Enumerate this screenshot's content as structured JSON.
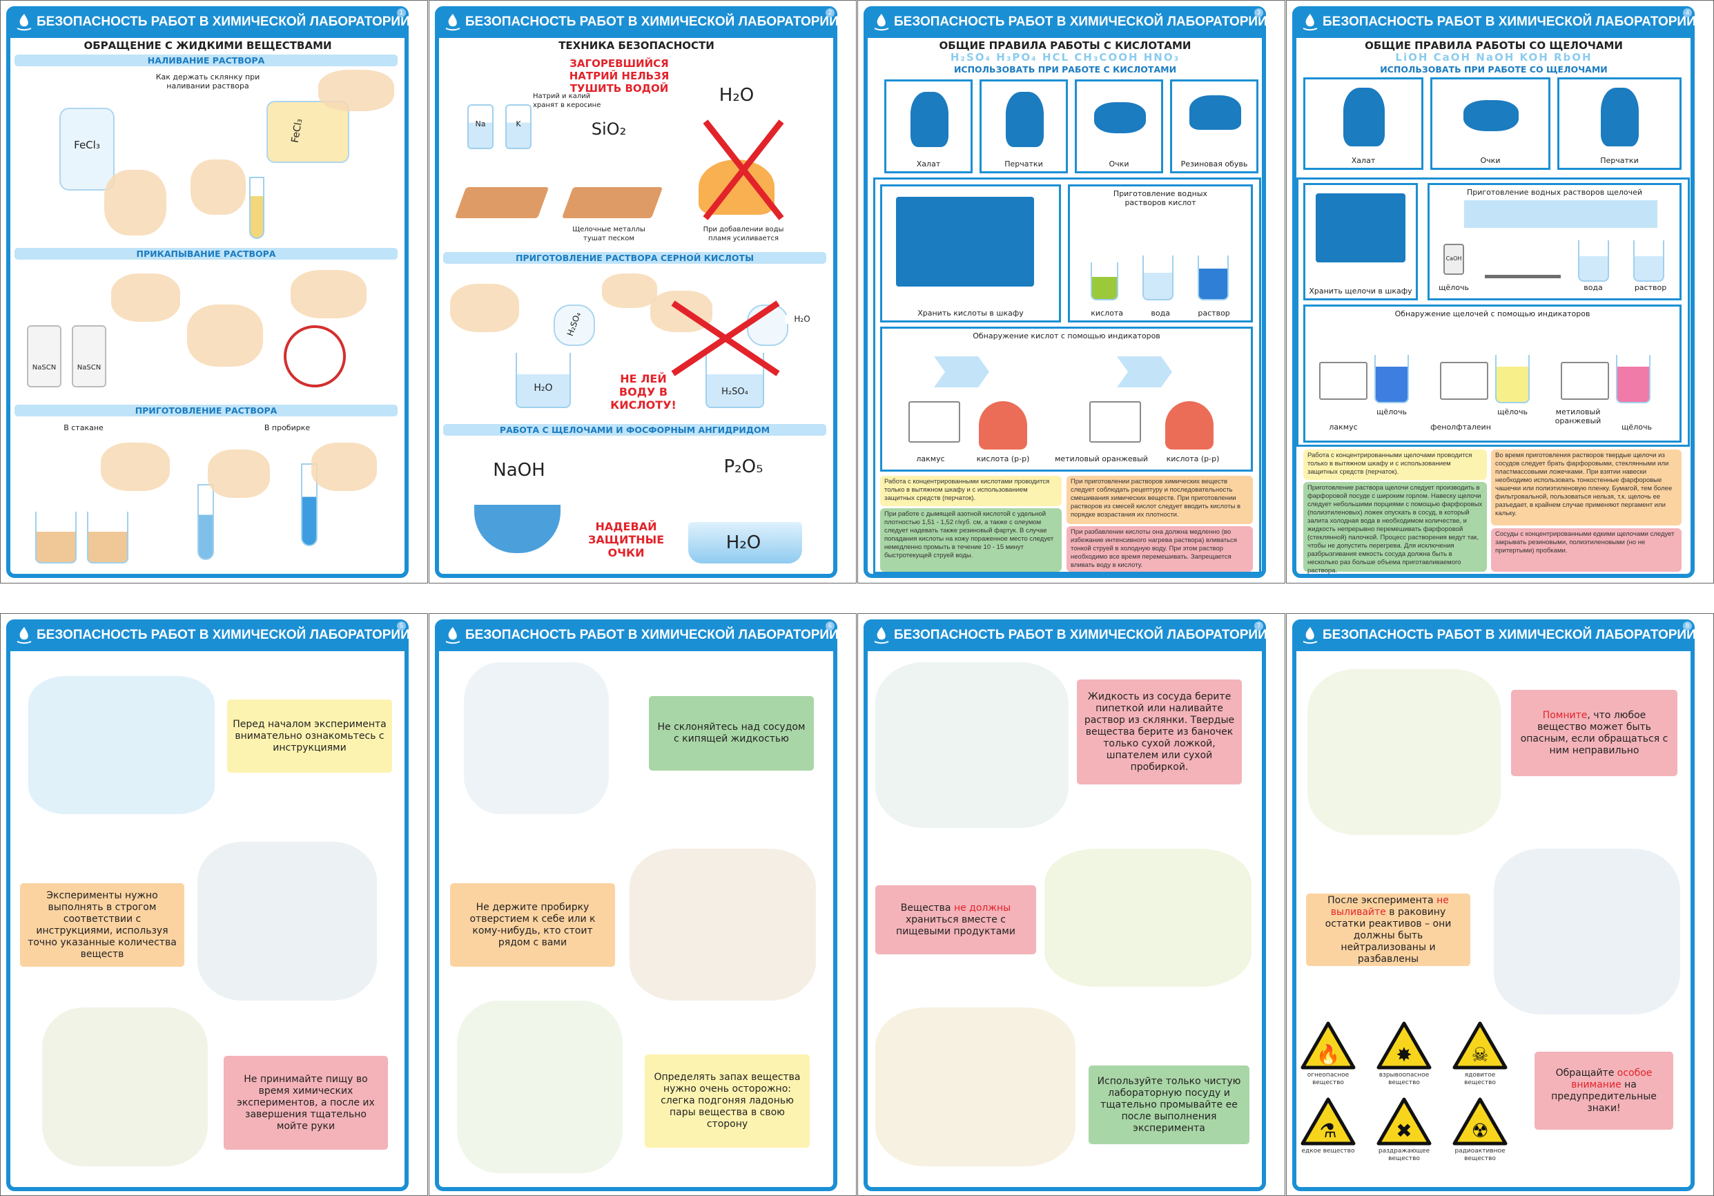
{
  "header_title": "БЕЗОПАСНОСТЬ РАБОТ В ХИМИЧЕСКОЙ ЛАБОРАТОРИИ",
  "colors": {
    "frame": "#1b8fd4",
    "band": "#bfe3f8",
    "warning_red": "#e2232a",
    "yellow": "#fdf3b0",
    "green": "#a9d6a6",
    "orange": "#fbd3a1",
    "pink": "#f3b3b9"
  },
  "posters": [
    {
      "number": "1",
      "subtitle": "ОБРАЩЕНИЕ С ЖИДКИМИ ВЕЩЕСТВАМИ",
      "band1": "НАЛИВАНИЕ РАСТВОРА",
      "hold_caption": "Как держать склянку при наливании раствора",
      "fecl3_a": "FeCl₃",
      "fecl3_b": "FeCl₃",
      "band2": "ПРИКАПЫВАНИЕ РАСТВОРА",
      "nascn_a": "NaSCN",
      "nascn_b": "NaSCN",
      "band3": "ПРИГОТОВЛЕНИЕ РАСТВОРА",
      "in_glass": "В стакане",
      "in_tube": "В пробирке"
    },
    {
      "number": "2",
      "subtitle": "ТЕХНИКА БЕЗОПАСНОСТИ",
      "warning1": "ЗАГОРЕВШИЙСЯ НАТРИЙ НЕЛЬЗЯ ТУШИТЬ ВОДОЙ",
      "kerosene": "Натрий и калий хранят в керосине",
      "na": "Na",
      "k": "K",
      "sio2": "SiO₂",
      "h2o_top": "H₂O",
      "sand": "Щелочные металлы тушат песком",
      "water_flame": "При добавлении воды пламя усиливается",
      "band1": "ПРИГОТОВЛЕНИЕ РАСТВОРА СЕРНОЙ КИСЛОТЫ",
      "h2so4_a": "H₂SO₄",
      "h2o_a": "H₂O",
      "h2o_b": "H₂O",
      "h2so4_b": "H₂SO₄",
      "warning2": "НЕ ЛЕЙ ВОДУ В КИСЛОТУ!",
      "band2": "РАБОТА С ЩЕЛОЧАМИ И ФОСФОРНЫМ АНГИДРИДОМ",
      "naoh": "NaOH",
      "p2o5": "P₂O₅",
      "h2o_bowl": "H₂O",
      "warning3": "НАДЕВАЙ ЗАЩИТНЫЕ ОЧКИ"
    },
    {
      "number": "3",
      "subtitle": "ОБЩИЕ ПРАВИЛА РАБОТЫ С КИСЛОТАМИ",
      "formulas": "H₂SO₄  H₃PO₄  HCL  CH₃COOH  HNO₃",
      "use": "ИСПОЛЬЗОВАТЬ ПРИ РАБОТЕ С КИСЛОТАМИ",
      "ppe": [
        "Халат",
        "Перчатки",
        "Очки",
        "Резиновая обувь"
      ],
      "storage": "Хранить кислоты в шкафу",
      "prep_title": "Приготовление водных растворов кислот",
      "prep_labels": [
        "кислота",
        "вода",
        "раствор"
      ],
      "detect_title": "Обнаружение кислот с помощью индикаторов",
      "detect_labels": [
        "лакмус",
        "кислота (р-р)",
        "метиловый оранжевый",
        "кислота (р-р)"
      ],
      "notes": {
        "yellow": "Работа с концентрированными кислотами проводится только в вытяжном шкафу и с использованием защитных средств (перчаток).",
        "green": "При работе с дымящей азотной кислотой с удельной плотностью 1,51 - 1,52 г/куб. см, а также с олеумом следует надевать также резиновый фартук. В случае попадания кислоты на кожу пораженное место следует немедленно промыть в течение 10 - 15 минут быстротекущей струей воды.",
        "orange": "При приготовлении растворов химических веществ следует соблюдать рецептуру и последовательность смешивания химических веществ. При приготовлении растворов из смесей кислот следует вводить кислоты в порядке возрастания их плотности.",
        "pink": "При разбавлении кислоты она должна медленно (во избежание интенсивного нагрева раствора) вливаться тонкой струей в холодную воду. При этом раствор необходимо все время перемешивать. Запрещается вливать воду в кислоту."
      }
    },
    {
      "number": "4",
      "subtitle": "ОБЩИЕ ПРАВИЛА РАБОТЫ СО ЩЕЛОЧАМИ",
      "formulas": "LiOH  CaOH  NaOH  KOH  RbOH",
      "use": "ИСПОЛЬЗОВАТЬ ПРИ РАБОТЕ СО ЩЕЛОЧАМИ",
      "ppe": [
        "Халат",
        "Очки",
        "Перчатки"
      ],
      "storage": "Хранить щелочи в шкафу",
      "prep_title": "Приготовление водных растворов щелочей",
      "caoh": "CaOH",
      "prep_labels": [
        "щёлочь",
        "вода",
        "раствор"
      ],
      "detect_title": "Обнаружение щелочей с помощью индикаторов",
      "detect_labels": [
        "лакмус",
        "щёлочь",
        "фенолфталеин",
        "щёлочь",
        "метиловый оранжевый",
        "щёлочь"
      ],
      "notes": {
        "yellow": "Работа с концентрированными щелочами проводится только в вытяжном шкафу и с использованием защитных средств (перчаток).",
        "green": "Приготовление раствора щелочи следует производить в фарфоровой посуде с широким горлом. Навеску щелочи следует небольшими порциями с помощью фарфоровых (полиэтиленовых) ложек опускать в сосуд, в который залита холодная вода в необходимом количестве, и жидкость непрерывно перемешивать фарфоровой (стеклянной) палочкой. Процесс растворения ведут так, чтобы не допустить перегрева. Для исключения разбрызгивания емкость сосуда должна быть в несколько раз больше объема приготавливаемого раствора.",
        "orange": "Во время приготовления растворов твердые щелочи из сосудов следует брать фарфоровыми, стеклянными или пластмассовыми ложечками. При взятии навески необходимо использовать тонкостенные фарфоровые чашечки или полиэтиленовую пленку. Бумагой, тем более фильтровальной, пользоваться нельзя, т.к. щелочь ее разъедает, в крайнем случае применяют пергамент или кальку.",
        "pink": "Сосуды с концентрированными едкими щелочами следует закрывать резиновыми, полиэтиленовыми (но не притертыми) пробками."
      }
    },
    {
      "number": "5",
      "msg1": "Перед началом эксперимента внимательно ознакомьтесь с инструкциями",
      "msg2": "Эксперименты нужно выполнять в строгом соответствии с инструкциями, используя точно указанные количества веществ",
      "msg3": "Не принимайте пищу во время химических экспериментов, а после их завершения тщательно мойте руки"
    },
    {
      "number": "6",
      "msg1": "Не склоняйтесь над сосудом с кипящей жидкостью",
      "msg2": "Не держите пробирку отверстием к себе или к кому-нибудь, кто стоит рядом с вами",
      "msg3": "Определять запах вещества нужно очень осторожно: слегка подгоняя ладонью пары вещества в свою сторону"
    },
    {
      "number": "7",
      "msg1": "Жидкость из сосуда берите пипеткой или наливайте раствор из склянки. Твердые вещества берите из баночек только сухой ложкой, шпателем или сухой пробиркой.",
      "msg2_pre": "Вещества ",
      "msg2_red": "не должны",
      "msg2_post": " храниться вместе с пищевыми продуктами",
      "msg3": "Используйте только чистую лабораторную посуду и тщательно промывайте ее после выполнения эксперимента"
    },
    {
      "number": "8",
      "msg1_red": "Помните",
      "msg1_post": ", что любое вещество может быть опасным, если обращаться с ним неправильно",
      "msg2_pre": "После эксперимента ",
      "msg2_red": "не выливайте",
      "msg2_post": " в раковину остатки реактивов – они должны быть нейтрализованы и разбавлены",
      "signs": [
        "огнеопасное вещество",
        "взрывоопасное вещество",
        "ядовитое вещество",
        "едкое вещество",
        "раздражающее вещество",
        "радиоактивное вещество"
      ],
      "msg3_pre": "Обращайте ",
      "msg3_red": "особое внимание",
      "msg3_post": " на предупредительные знаки!"
    }
  ]
}
